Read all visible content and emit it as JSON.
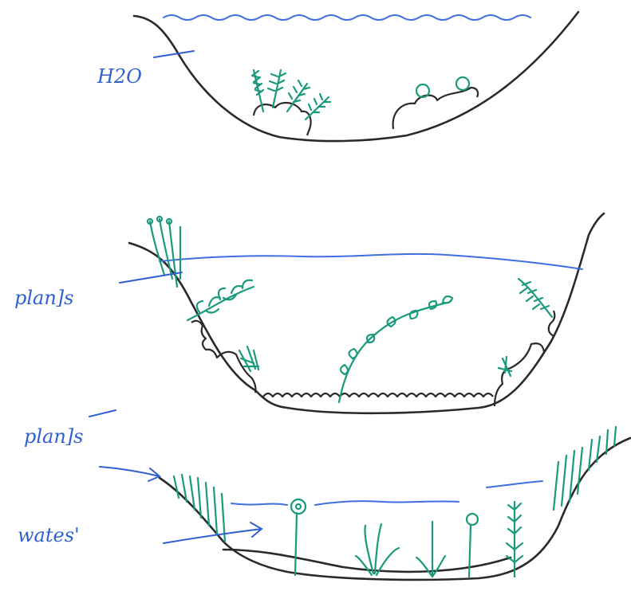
{
  "labels": {
    "top_pond": "H2O",
    "middle_pond": "plan]s",
    "bottom_pond_plants": "plan]s",
    "bottom_pond_water": "wates'"
  },
  "colors": {
    "ink_blue": "#2f5fd0",
    "plant_green": "#1a9a7c",
    "outline": "#2a2a2a",
    "water_line": "#3e6fe0"
  }
}
